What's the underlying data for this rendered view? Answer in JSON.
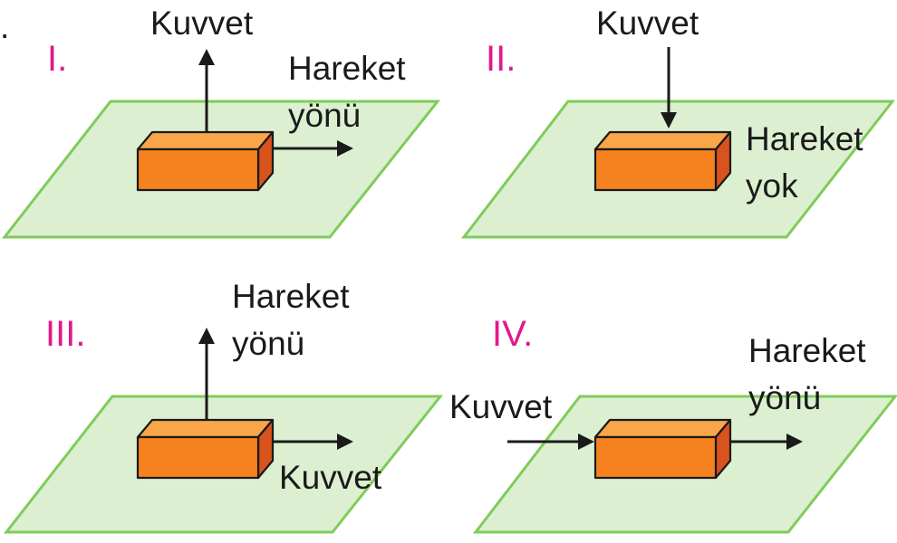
{
  "corner_mark": ".",
  "panels": [
    {
      "numeral": "I.",
      "force_label": "Kuvvet",
      "motion_label_line1": "Hareket",
      "motion_label_line2": "yönü"
    },
    {
      "numeral": "II.",
      "force_label": "Kuvvet",
      "motion_label_line1": "Hareket",
      "motion_label_line2": "yok"
    },
    {
      "numeral": "III.",
      "force_label": "Kuvvet",
      "motion_label_line1": "Hareket",
      "motion_label_line2": "yönü"
    },
    {
      "numeral": "IV.",
      "force_label": "Kuvvet",
      "motion_label_line1": "Hareket",
      "motion_label_line2": "yönü"
    }
  ],
  "colors": {
    "plane_fill": "#dcefd0",
    "plane_stroke": "#7fcc5a",
    "box_front": "#f5821f",
    "box_top": "#f9a54a",
    "box_side": "#d9531e",
    "numeral": "#e0198a",
    "text": "#1a1a1a"
  }
}
